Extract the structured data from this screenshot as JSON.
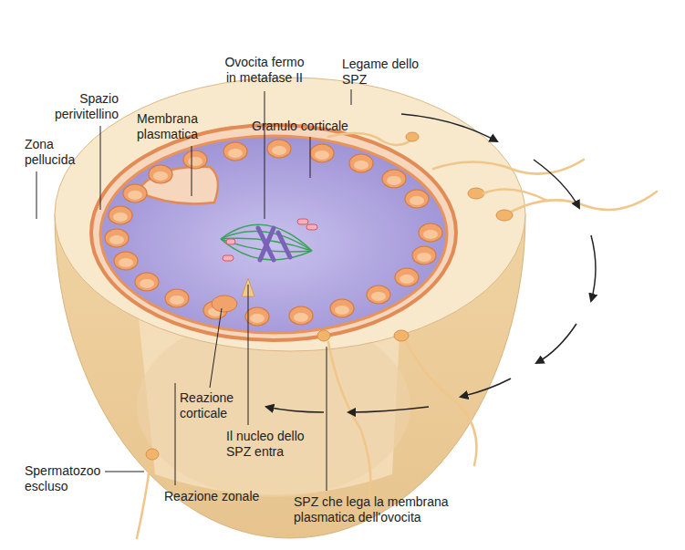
{
  "diagram": {
    "labels": [
      "Ovocita fermo in metafase II",
      "Legame dello SPZ",
      "Spazio perivitellino",
      "Membrana plasmatica",
      "Granulo corticale",
      "Zona pellucida",
      "Reazione corticale",
      "Il nucleo dello SPZ entra",
      "Spermatozoo escluso",
      "Reazione zonale",
      "SPZ che lega la membrana plasmatica dell'ovocita"
    ]
  }
}
